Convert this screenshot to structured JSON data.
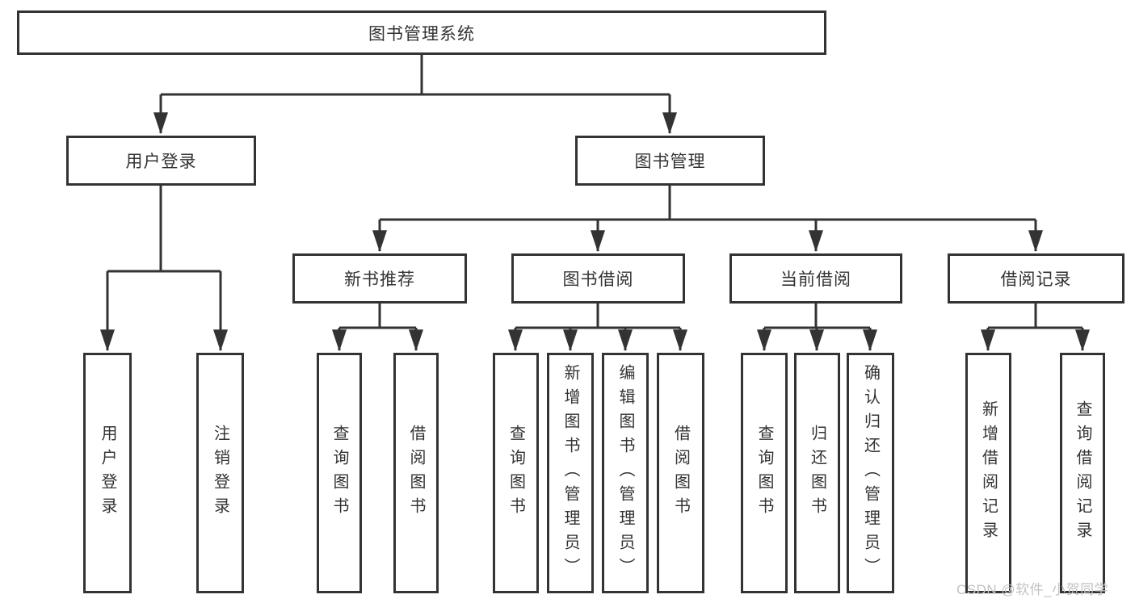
{
  "nodes": {
    "root": "图书管理系统",
    "user_login": "用户登录",
    "book_management": "图书管理",
    "new_book_recommend": "新书推荐",
    "book_borrowing": "图书借阅",
    "current_borrowing": "当前借阅",
    "borrowing_records": "借阅记录",
    "leaf_user_login": "用户登录",
    "leaf_logout": "注销登录",
    "leaf_nbr_query_books": "查询图书",
    "leaf_nbr_borrow_books": "借阅图书",
    "leaf_bb_query_books": "查询图书",
    "leaf_bb_add_books": "新增图书（管理员）",
    "leaf_bb_edit_books": "编辑图书（管理员）",
    "leaf_bb_borrow_books": "借阅图书",
    "leaf_cb_query_books": "查询图书",
    "leaf_cb_return_books": "归还图书",
    "leaf_cb_confirm_return": "确认归还（管理员）",
    "leaf_br_add_record": "新增借阅记录",
    "leaf_br_query_record": "查询借阅记录"
  },
  "hierarchy": {
    "图书管理系统": {
      "用户登录": [
        "用户登录",
        "注销登录"
      ],
      "图书管理": {
        "新书推荐": [
          "查询图书",
          "借阅图书"
        ],
        "图书借阅": [
          "查询图书",
          "新增图书（管理员）",
          "编辑图书（管理员）",
          "借阅图书"
        ],
        "当前借阅": [
          "查询图书",
          "归还图书",
          "确认归还（管理员）"
        ],
        "借阅记录": [
          "新增借阅记录",
          "查询借阅记录"
        ]
      }
    }
  },
  "watermark": {
    "text": "CSDN @软件_小贺同学"
  },
  "colors": {
    "line": "#333333",
    "box_border": "#333333",
    "box_background": "#ffffff",
    "text": "#333333",
    "watermark": "#c3c3c3",
    "page_background": "#ffffff"
  }
}
